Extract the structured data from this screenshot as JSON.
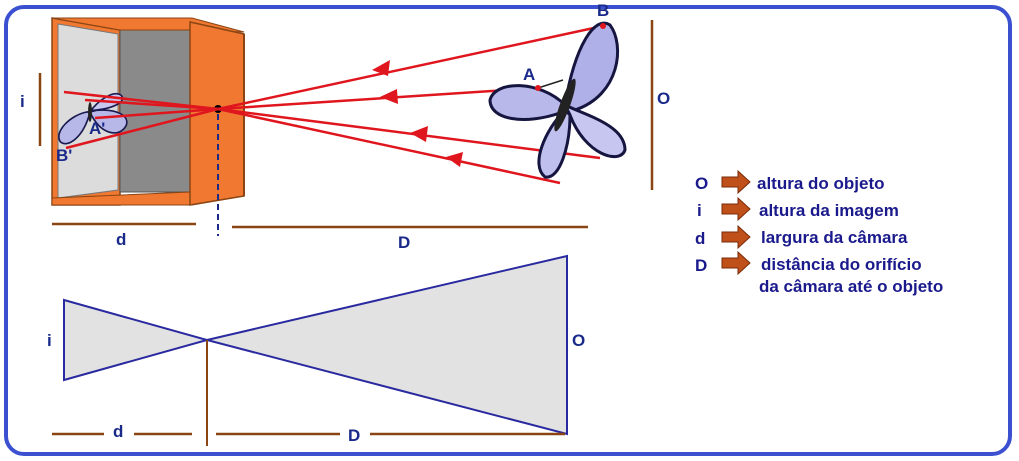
{
  "top": {
    "point_B": "B",
    "point_A": "A",
    "point_A_image": "A'",
    "point_B_image": "B'",
    "label_i": "i",
    "label_O": "O",
    "label_d": "d",
    "label_D": "D"
  },
  "bottom": {
    "label_i": "i",
    "label_O": "O",
    "label_d": "d",
    "label_D": "D"
  },
  "legend": [
    {
      "symbol": "O",
      "text": "altura do objeto"
    },
    {
      "symbol": "i",
      "text": "altura da imagem"
    },
    {
      "symbol": "d",
      "text": "largura da câmara"
    },
    {
      "symbol": "D",
      "text": "distância do orifício",
      "text2": "da câmara até o objeto"
    }
  ],
  "colors": {
    "frame": "#3a50d0",
    "ray": "#e0161e",
    "camera_front": "#f07830",
    "camera_inner": "#8a8a8a",
    "brown": "#8b4513",
    "navy": "#1a2a8a",
    "fill": "#e2e2e2",
    "legend_arrow": "#c0501a"
  }
}
